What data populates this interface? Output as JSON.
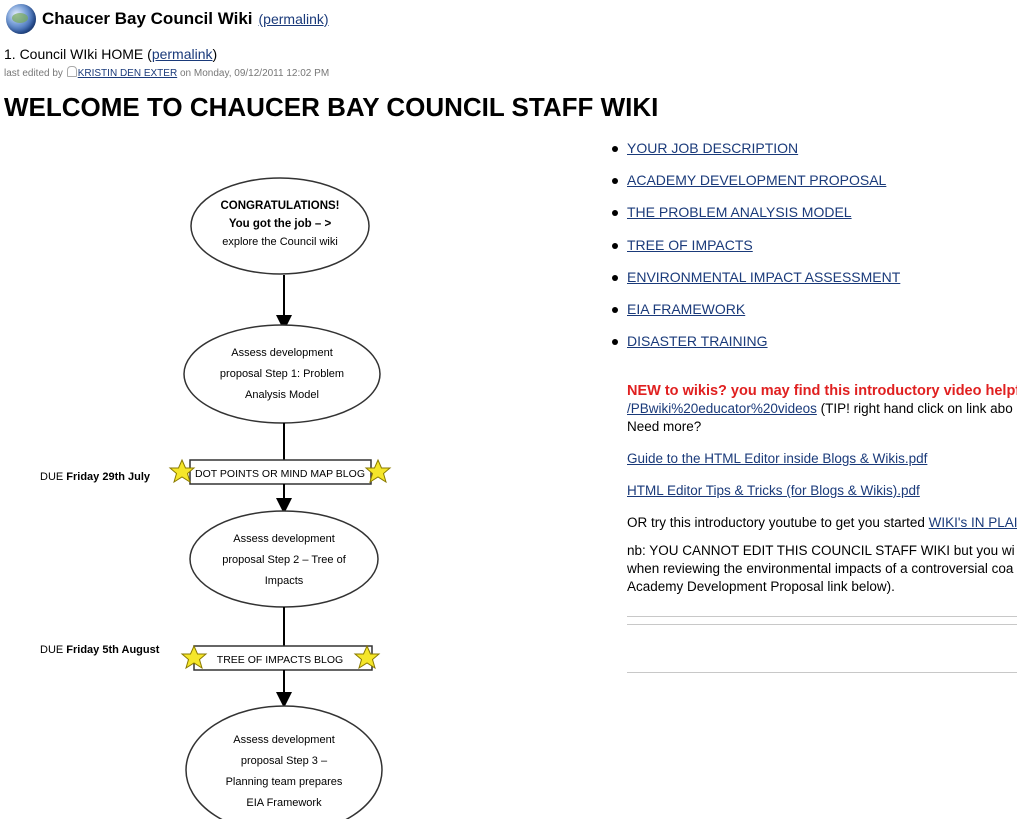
{
  "header": {
    "site_title": "Chaucer Bay Council Wiki",
    "permalink": "(permalink)"
  },
  "page": {
    "crumb": "1. Council WIki HOME",
    "crumb_permalink": "permalink",
    "last_edited_prefix": "last edited by",
    "last_edited_user": "KRISTIN DEN EXTER",
    "last_edited_suffix": "on Monday, 09/12/2011 12:02 PM",
    "title": "WELCOME TO CHAUCER BAY COUNCIL STAFF WIKI"
  },
  "flowchart": {
    "node1": [
      "CONGRATULATIONS!",
      "You got the job – >",
      "explore the Council wiki"
    ],
    "node2": [
      "Assess development",
      "proposal Step 1: Problem",
      "Analysis Model"
    ],
    "banner1": "DOT POINTS OR MIND MAP BLOG",
    "due1_prefix": "DUE ",
    "due1_bold": "Friday 29th July",
    "node3": [
      "Assess development",
      "proposal Step 2 – Tree of",
      "Impacts"
    ],
    "banner2": "TREE OF IMPACTS BLOG",
    "due2_prefix": "DUE ",
    "due2_bold": "Friday 5th August",
    "node4": [
      "Assess development",
      "proposal  Step 3 –",
      "Planning team prepares",
      "EIA Framework"
    ]
  },
  "links": [
    "YOUR JOB DESCRIPTION",
    "ACADEMY DEVELOPMENT PROPOSAL",
    "THE PROBLEM ANALYSIS MODEL",
    "TREE OF IMPACTS",
    "ENVIRONMENTAL IMPACT ASSESSMENT",
    "EIA FRAMEWORK",
    "DISASTER TRAINING"
  ],
  "side": {
    "new_heading": "NEW to wikis? you may find this introductory video helpfu",
    "video_link": "/PBwiki%20educator%20videos",
    "video_tip": " (TIP! right hand click on link abo",
    "need_more": "Need more?",
    "guide_link": "Guide to the HTML Editor inside Blogs & Wikis.pdf",
    "tips_link": "HTML Editor Tips & Tricks (for Blogs & Wikis).pdf",
    "youtube_text": "OR try this introductory youtube to get you started ",
    "youtube_link": "WIKI's IN PLAI",
    "nb_line1": "nb: YOU CANNOT EDIT THIS COUNCIL STAFF WIKI but you wi",
    "nb_line2": "when reviewing the environmental impacts of a controversial coa",
    "nb_line3": "Academy Development Proposal link below)."
  }
}
